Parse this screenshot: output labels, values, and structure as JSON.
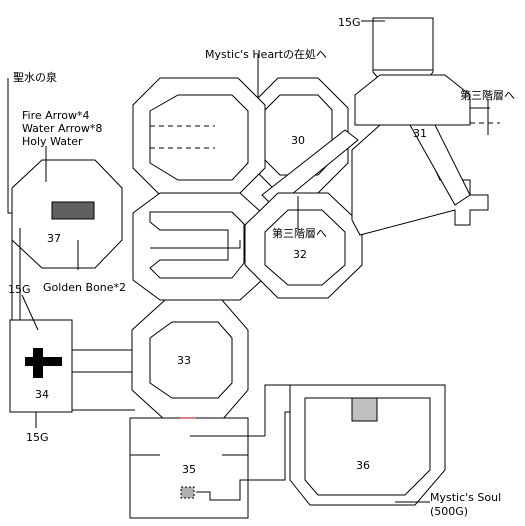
{
  "map": {
    "rooms": {
      "r30": "30",
      "r31": "31",
      "r32": "32",
      "r33": "33",
      "r34": "34",
      "r35": "35",
      "r36": "36",
      "r37": "37"
    },
    "labels": {
      "gold_top": "15G",
      "mystics_heart": "Mystic's Heartの在処へ",
      "third_floor_right": "第三階層へ",
      "third_floor_mid": "第三階層へ",
      "holy_spring": "聖水の泉",
      "fire_arrow": "Fire Arrow*4",
      "water_arrow": "Water Arrow*8",
      "holy_water": "Holy Water",
      "golden_bone": "Golden Bone*2",
      "gold_left_upper": "15G",
      "gold_left_lower": "15G",
      "mystics_soul": "Mystic's Soul",
      "mystics_soul_price": "(500G)"
    },
    "colors": {
      "wall": "#000000",
      "chest": "#606060",
      "stairs": "#c0c0c0",
      "small_stairs": "#b0b0b0",
      "door": "#e08080"
    }
  }
}
